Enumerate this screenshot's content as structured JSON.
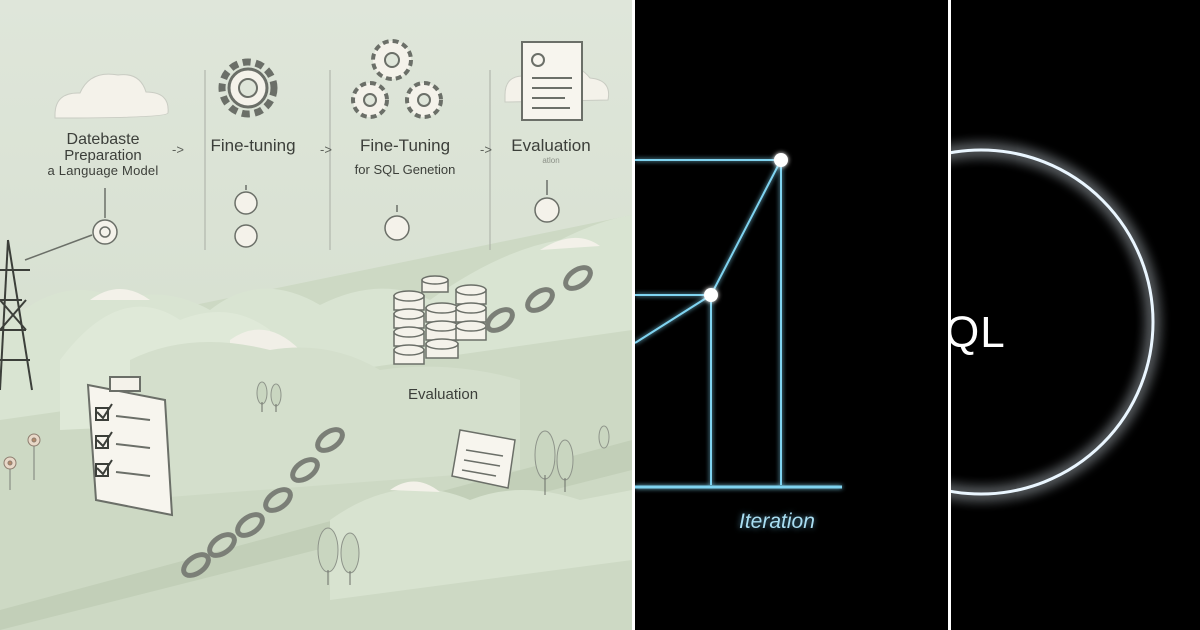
{
  "panel_left": {
    "steps": [
      {
        "lines": [
          "Datebaste",
          "Preparation",
          "a Language Model"
        ]
      },
      {
        "lines": [
          "Fine-tuning"
        ]
      },
      {
        "lines": [
          "Fine-Tuning",
          "for SQL Genetion"
        ]
      },
      {
        "lines": [
          "Evaluation",
          "atlon"
        ]
      }
    ],
    "arrows": [
      "->",
      "->",
      "->"
    ],
    "mid_label": "Evaluation",
    "colors": {
      "sage": "#d7e0d1",
      "hill": "#cfdcc6",
      "cream": "#f4f1e8",
      "line": "#6b6f68"
    }
  },
  "panel_mid": {
    "label": "Iteration",
    "colors": {
      "glow": "#7fd3f0",
      "background": "#000000"
    }
  },
  "panel_right": {
    "label": "QL",
    "colors": {
      "ring": "#ffffff",
      "background": "#000000"
    }
  }
}
